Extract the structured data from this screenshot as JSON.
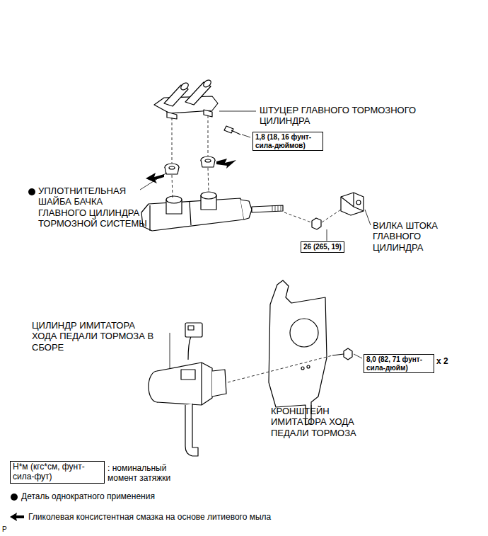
{
  "diagram": {
    "nodes": [
      {
        "text": [
          "1,8 (18, 16 фунт-сила-дюймов)"
        ]
      },
      {
        "text": [
          "26 (265, 19)"
        ]
      },
      {
        "text": [
          "8,0 (82, 71 фунт-сила-дюйм)"
        ]
      },
      {
        "text": [
          "Н*м (кгс*см, фунт-сила-фут)"
        ]
      }
    ],
    "labels": [
      "ШТУЦЕР ГЛАВНОГО ТОРМОЗНОГО ЦИЛИНДРА",
      "УПЛОТНИТЕЛЬНАЯ ШАЙБА БАЧКА ГЛАВНОГО ЦИЛИНДРА ТОРМОЗНОЙ СИСТЕМЫ",
      "ВИЛКА ШТОКА ГЛАВНОГО ЦИЛИНДРА",
      "ЦИЛИНДР ИМИТАТОРА ХОДА ПЕДАЛИ ТОРМОЗА В СБОРЕ",
      "x 2",
      "КРОНШТЕЙН ИМИТАТОРА ХОДА ПЕДАЛИ ТОРМОЗА",
      "P"
    ],
    "legend": [
      {
        "text": ": номинальный момент затяжки"
      },
      {
        "text": "Деталь однократного применения"
      },
      {
        "text": "Гликолевая консистентная смазка на основе литиевого мыла"
      }
    ]
  }
}
